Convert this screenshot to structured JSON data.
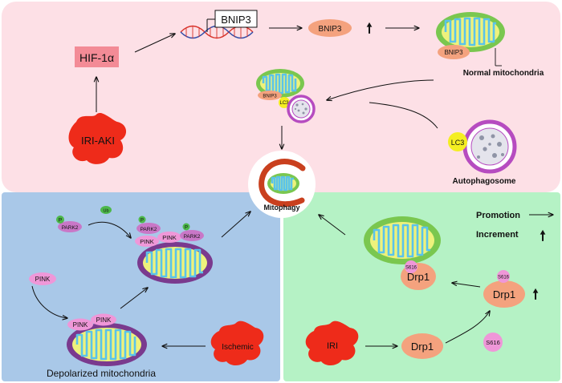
{
  "colors": {
    "top_panel": "#fde0e6",
    "bottom_left_panel": "#a9c8e8",
    "bottom_right_panel": "#b5f2c5",
    "hif_box": "#f38b96",
    "salmon": "#f4a27e",
    "red_blob": "#ee2b1a",
    "pink_protein": "#ef97d8",
    "park2": "#c977c7",
    "green_p": "#4db84a",
    "lc3_yellow": "#f4ee22",
    "autophagosome_ring": "#b64cc0",
    "mito_outer_green": "#7ac74f",
    "mito_fill": "#eef27c",
    "cristae": "#5ac3ea",
    "mito_outer_purple": "#7a3a8e"
  },
  "top": {
    "hif": "HIF-1α",
    "iri_aki": "IRI-AKI",
    "bnip3_gene": "BNIP3",
    "bnip3_protein": "BNIP3",
    "up_arrow": "🠕",
    "mito_bnip3": "BNIP3",
    "normal_mito": "Normal mitochondria",
    "complex_bnip3": "BNIP3",
    "complex_lc3": "LC3",
    "lc3": "LC3",
    "autophagosome": "Autophagosome"
  },
  "center": {
    "mitophagy": "Mitophagy"
  },
  "left": {
    "p": "P",
    "park2": "PARK2",
    "ub": "Ub",
    "pink": "PINK",
    "depolarized": "Depolarized mitochondria",
    "ischemic": "Ischemic"
  },
  "right": {
    "promotion": "Promotion",
    "increment": "Increment",
    "drp1": "Drp1",
    "s616": "S616",
    "iri": "IRI",
    "up_arrow": "🠕"
  }
}
